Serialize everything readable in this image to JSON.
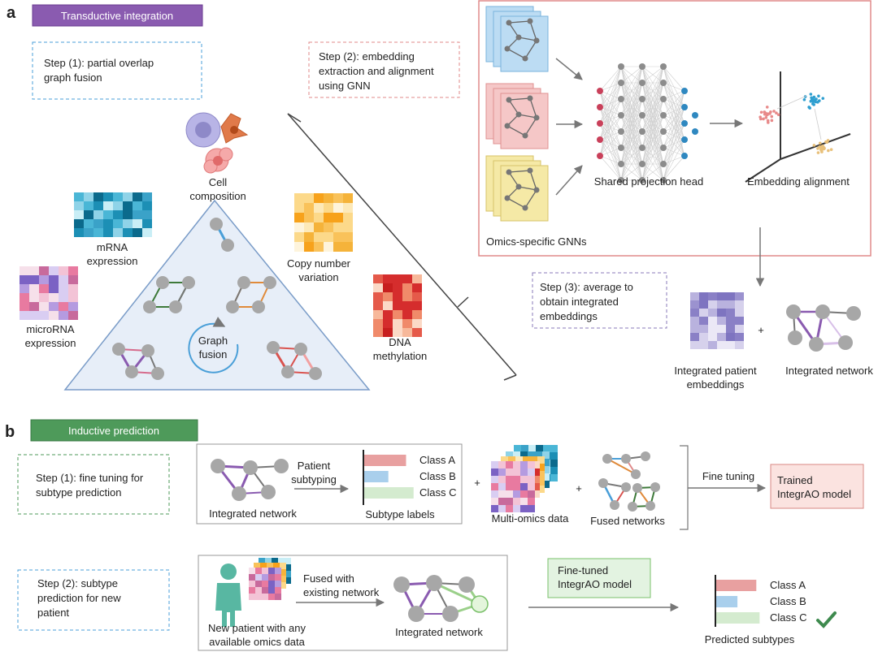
{
  "panel_a": {
    "letter": "a",
    "banner": "Transductive integration",
    "step1": [
      "Step (1): partial overlap",
      "graph fusion"
    ],
    "step2": [
      "Step (2): embedding",
      "extraction and alignment",
      "using GNN"
    ],
    "step3": [
      "Step (3): average to",
      "obtain integrated",
      "embeddings"
    ],
    "cell": [
      "Cell",
      "composition"
    ],
    "mrna": [
      "mRNA",
      "expression"
    ],
    "cnv": [
      "Copy number",
      "variation"
    ],
    "microrna": [
      "microRNA",
      "expression"
    ],
    "dna": [
      "DNA",
      "methylation"
    ],
    "graph_fusion": [
      "Graph",
      "fusion"
    ],
    "gnn_label": "Omics-specific GNNs",
    "projection": "Shared projection head",
    "alignment": "Embedding alignment",
    "patient_emb": [
      "Integrated patient",
      "embeddings"
    ],
    "plus": "+",
    "int_network": "Integrated network"
  },
  "panel_b": {
    "letter": "b",
    "banner": "Inductive prediction",
    "step1": [
      "Step (1): fine tuning for",
      "subtype prediction"
    ],
    "step2": [
      "Step (2): subtype",
      "prediction for new",
      "patient"
    ],
    "int_network": "Integrated network",
    "patient_subtyping": [
      "Patient",
      "subtyping"
    ],
    "subtype_labels": "Subtype labels",
    "classes": [
      "Class A",
      "Class B",
      "Class C"
    ],
    "class_values": [
      0.78,
      0.45,
      0.92
    ],
    "multi_omics": "Multi-omics data",
    "fused_networks": "Fused networks",
    "plus": "+",
    "fine_tuning": "Fine tuning",
    "trained_model": [
      "Trained",
      "IntegrAO model"
    ],
    "finetuned_model": [
      "Fine-tuned",
      "IntegrAO model"
    ],
    "new_patient": [
      "New patient with any",
      "available omics data"
    ],
    "fused_with": [
      "Fused with",
      "existing network"
    ],
    "int_network2": "Integrated network",
    "predicted_subtypes": "Predicted subtypes",
    "pred_values": [
      0.85,
      0.45,
      0.92
    ]
  },
  "colors": {
    "purple_banner": "#8a5bb0",
    "green_banner": "#4e9a5a",
    "red_box": "#e08a8a",
    "class_a": "#e8a0a0",
    "class_b": "#a9cfec",
    "class_c": "#d4ebcf",
    "edge_purple": "#8a5bb0",
    "edge_blue": "#4a9fd8",
    "edge_green": "#3e7a3a",
    "edge_orange": "#e08a3a",
    "edge_pink": "#d66b8c",
    "edge_red": "#d9534f",
    "check": "#3e8a4e",
    "panel_blue": "#a9cfec",
    "panel_pink": "#f2b8b8",
    "panel_yellow": "#f3e59a"
  }
}
